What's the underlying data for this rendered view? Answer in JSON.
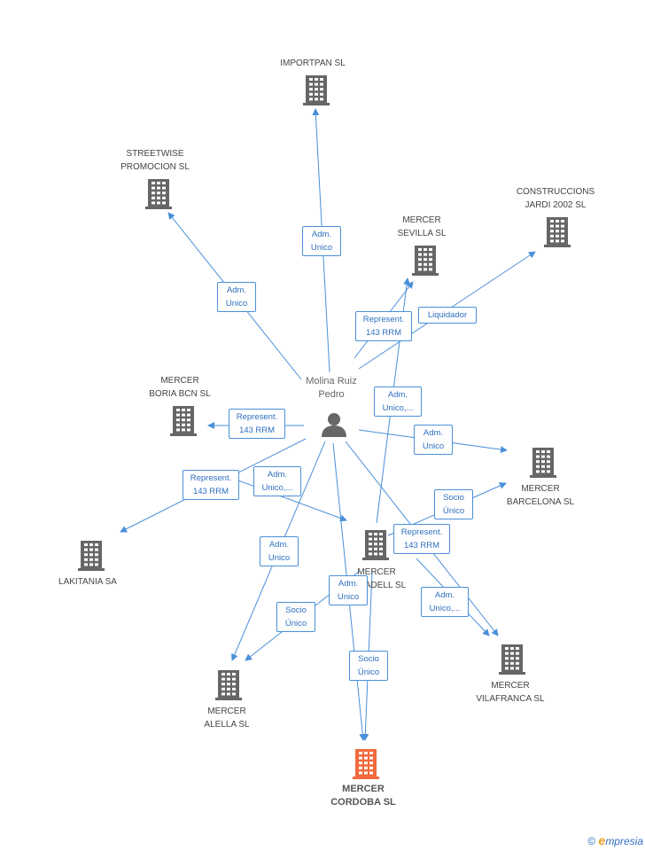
{
  "person": {
    "label": "Molina Ruiz\nPedro"
  },
  "companies": [
    {
      "id": "importpan",
      "label": "IMPORTPAN SL"
    },
    {
      "id": "streetwise",
      "label": "STREETWISE\nPROMOCION SL"
    },
    {
      "id": "construccions",
      "label": "CONSTRUCCIONS\nJARDI 2002 SL"
    },
    {
      "id": "sevilla",
      "label": "MERCER\nSEVILLA SL"
    },
    {
      "id": "boria",
      "label": "MERCER\nBORIA BCN SL"
    },
    {
      "id": "barcelona",
      "label": "MERCER\nBARCELONA SL"
    },
    {
      "id": "lakitania",
      "label": "LAKITANIA SA"
    },
    {
      "id": "sabadell",
      "label": "MERCER\nSABADELL SL"
    },
    {
      "id": "vilafranca",
      "label": "MERCER\nVILAFRANCA SL"
    },
    {
      "id": "alella",
      "label": "MERCER\nALELLA SL"
    },
    {
      "id": "cordoba",
      "label": "MERCER\nCORDOBA SL"
    }
  ],
  "relations": [
    {
      "id": "r-importpan",
      "label": "Adm.\nUnico"
    },
    {
      "id": "r-streetwise",
      "label": "Adm.\nUnico"
    },
    {
      "id": "r-sevilla-rep",
      "label": "Represent.\n143 RRM"
    },
    {
      "id": "r-construccions",
      "label": "Liquidador"
    },
    {
      "id": "r-sabadell-sevilla",
      "label": "Adm.\nUnico,..."
    },
    {
      "id": "r-boria",
      "label": "Represent.\n143 RRM"
    },
    {
      "id": "r-barcelona",
      "label": "Adm.\nUnico"
    },
    {
      "id": "r-lakitania-rep",
      "label": "Represent.\n143 RRM"
    },
    {
      "id": "r-lakitania-adm",
      "label": "Adm.\nUnico,..."
    },
    {
      "id": "r-sabadell-barcelona",
      "label": "Socio\nÚnico"
    },
    {
      "id": "r-vilafranca-rep",
      "label": "Represent.\n143 RRM"
    },
    {
      "id": "r-alella",
      "label": "Adm.\nUnico"
    },
    {
      "id": "r-cordoba-adm",
      "label": "Adm.\nUnico"
    },
    {
      "id": "r-sabadell-alella",
      "label": "Socio\nÚnico"
    },
    {
      "id": "r-vilafranca-adm",
      "label": "Adm.\nUnico,..."
    },
    {
      "id": "r-sabadell-cordoba",
      "label": "Socio\nÚnico"
    }
  ],
  "footer": {
    "copyright": "©",
    "brand_initial": "e",
    "brand_rest": "mpresia"
  },
  "colors": {
    "edge": "#4a90d9",
    "building": "#666666",
    "highlight": "#f26a3d",
    "person": "#666666"
  }
}
